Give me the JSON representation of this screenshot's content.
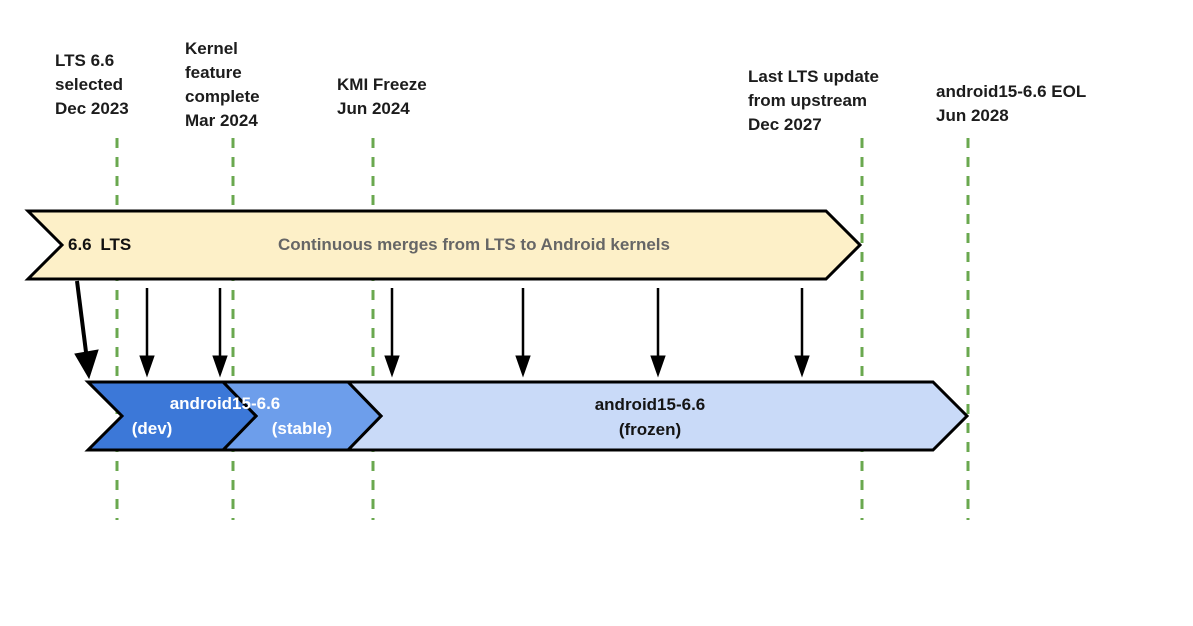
{
  "milestones": [
    {
      "label": "LTS 6.6\nselected\nDec 2023"
    },
    {
      "label": "Kernel\nfeature\ncomplete\nMar 2024"
    },
    {
      "label": "KMI Freeze\nJun 2024"
    },
    {
      "label": "Last LTS update\nfrom upstream\nDec 2027"
    },
    {
      "label": "android15-6.6 EOL\nJun 2028"
    }
  ],
  "lts_banner": {
    "version_label": "6.6 LTS",
    "description": "Continuous merges from LTS to Android kernels"
  },
  "branch_banner": {
    "name": "android15-6.6",
    "dev_label": "(dev)",
    "stable_label": "(stable)",
    "frozen_label": "android15-6.6\n(frozen)"
  },
  "colors": {
    "marker_green": "#6aa84f",
    "lts_fill": "#fdf0c8",
    "dev_fill": "#3c78d8",
    "stable_fill": "#6d9eeb",
    "frozen_fill": "#c9daf8",
    "outline": "#000000",
    "arrow_black": "#000000"
  }
}
